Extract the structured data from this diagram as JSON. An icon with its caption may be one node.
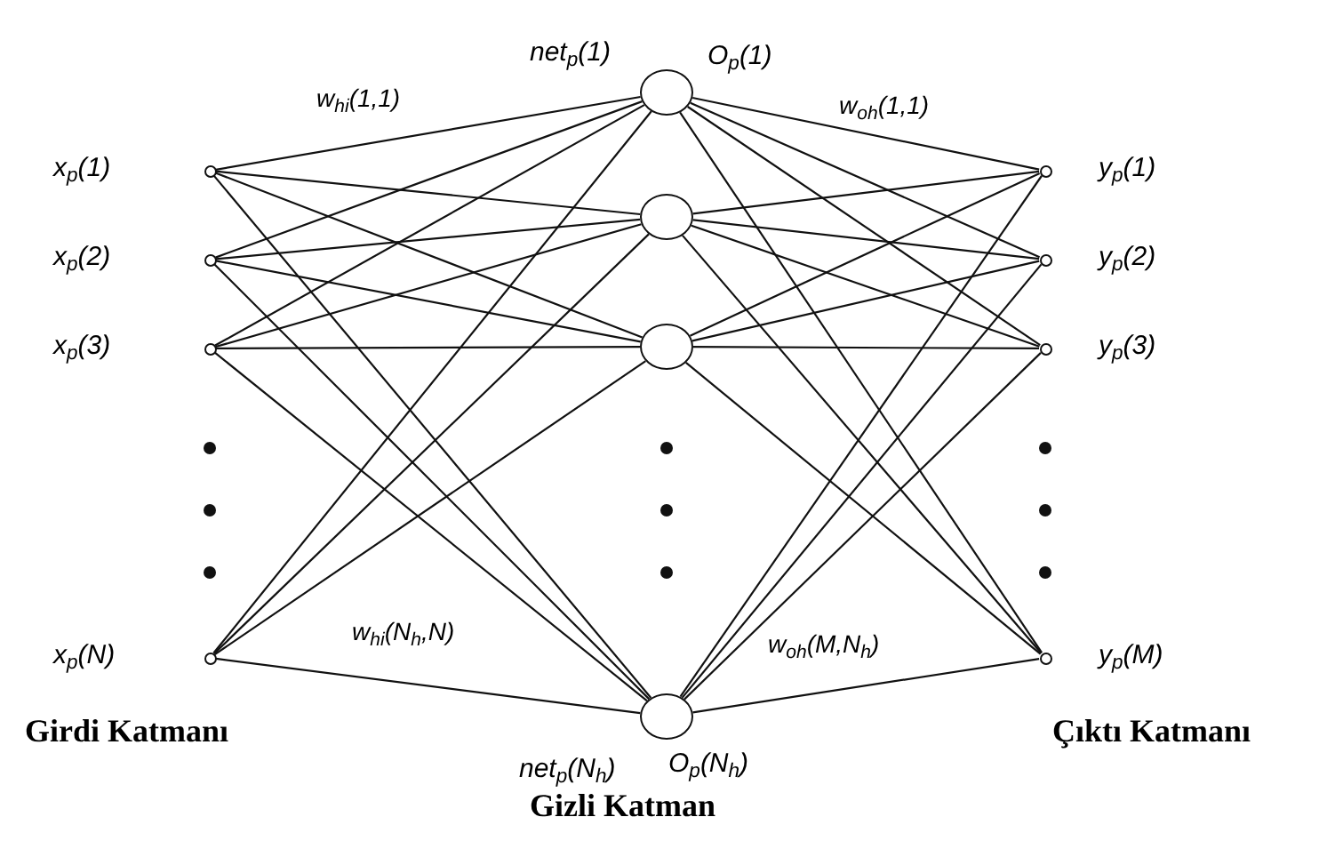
{
  "diagram": {
    "nodes": [
      {
        "text": [],
        "shape": "circle",
        "beside": [
          "x$_{p}$(1)"
        ]
      },
      {
        "text": [],
        "shape": "circle",
        "beside": [
          "x$_{p}$(2)"
        ]
      },
      {
        "text": [],
        "shape": "circle",
        "beside": [
          "x$_{p}$(3)"
        ]
      },
      {
        "text": [],
        "shape": "circle",
        "beside": [
          "x$_{p}$(N)"
        ]
      },
      {
        "text": [],
        "shape": "circle",
        "beside": [
          "net$_{p}$(1)",
          "O$_{p}$(1)"
        ]
      },
      {
        "text": [],
        "shape": "circle"
      },
      {
        "text": [],
        "shape": "circle"
      },
      {
        "text": [],
        "shape": "circle",
        "beside": [
          "net$_{p}$(N$_{h}$)",
          "O$_{p}$(N$_{h}$)"
        ]
      },
      {
        "text": [],
        "shape": "circle",
        "beside": [
          "y$_{p}$(1)"
        ]
      },
      {
        "text": [],
        "shape": "circle",
        "beside": [
          "y$_{p}$(2)"
        ]
      },
      {
        "text": [],
        "shape": "circle",
        "beside": [
          "y$_{p}$(3)"
        ]
      },
      {
        "text": [],
        "shape": "circle",
        "beside": [
          "y$_{p}$(M)"
        ]
      }
    ],
    "edges": [
      {
        "from": 0,
        "to": 4,
        "arrow": "none",
        "label": "w$_{hi}$(1,1)"
      },
      {
        "from": 0,
        "to": 5,
        "arrow": "none"
      },
      {
        "from": 0,
        "to": 6,
        "arrow": "none"
      },
      {
        "from": 0,
        "to": 7,
        "arrow": "none"
      },
      {
        "from": 1,
        "to": 4,
        "arrow": "none"
      },
      {
        "from": 1,
        "to": 5,
        "arrow": "none"
      },
      {
        "from": 1,
        "to": 6,
        "arrow": "none"
      },
      {
        "from": 1,
        "to": 7,
        "arrow": "none"
      },
      {
        "from": 2,
        "to": 4,
        "arrow": "none"
      },
      {
        "from": 2,
        "to": 5,
        "arrow": "none"
      },
      {
        "from": 2,
        "to": 6,
        "arrow": "none"
      },
      {
        "from": 2,
        "to": 7,
        "arrow": "none"
      },
      {
        "from": 3,
        "to": 4,
        "arrow": "none"
      },
      {
        "from": 3,
        "to": 5,
        "arrow": "none"
      },
      {
        "from": 3,
        "to": 6,
        "arrow": "none"
      },
      {
        "from": 3,
        "to": 7,
        "arrow": "none",
        "label": "w$_{hi}$(N$_{h}$,N)"
      },
      {
        "from": 4,
        "to": 8,
        "arrow": "none",
        "label": "w$_{oh}$(1,1)"
      },
      {
        "from": 4,
        "to": 9,
        "arrow": "none"
      },
      {
        "from": 4,
        "to": 10,
        "arrow": "none"
      },
      {
        "from": 4,
        "to": 11,
        "arrow": "none"
      },
      {
        "from": 5,
        "to": 8,
        "arrow": "none"
      },
      {
        "from": 5,
        "to": 9,
        "arrow": "none"
      },
      {
        "from": 5,
        "to": 10,
        "arrow": "none"
      },
      {
        "from": 5,
        "to": 11,
        "arrow": "none"
      },
      {
        "from": 6,
        "to": 8,
        "arrow": "none"
      },
      {
        "from": 6,
        "to": 9,
        "arrow": "none"
      },
      {
        "from": 6,
        "to": 10,
        "arrow": "none"
      },
      {
        "from": 6,
        "to": 11,
        "arrow": "none"
      },
      {
        "from": 7,
        "to": 8,
        "arrow": "none"
      },
      {
        "from": 7,
        "to": 9,
        "arrow": "none"
      },
      {
        "from": 7,
        "to": 10,
        "arrow": "none"
      },
      {
        "from": 7,
        "to": 11,
        "arrow": "none",
        "label": "w$_{oh}$(M,N$_{h}$)"
      }
    ],
    "labels": [
      "Girdi Katmanı",
      "Çıktı Katmanı",
      "Gizli Katman"
    ]
  }
}
